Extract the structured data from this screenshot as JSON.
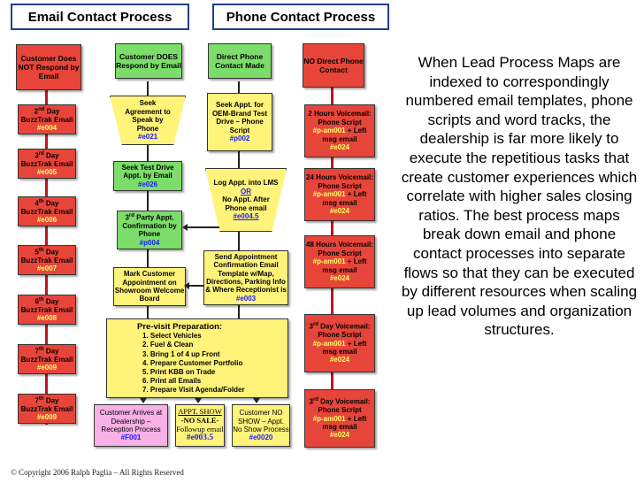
{
  "headers": {
    "email": "Email Contact Process",
    "phone": "Phone Contact Process"
  },
  "email_left": {
    "top": "Customer Does NOT Respond by Email",
    "days": [
      {
        "day": "2",
        "sup": "nd",
        "label": "Day",
        "name": "BuzzTrak Email",
        "code": "#e004"
      },
      {
        "day": "3",
        "sup": "rd",
        "label": "Day",
        "name": "BuzzTrak Email",
        "code": "#e005"
      },
      {
        "day": "4",
        "sup": "th",
        "label": "Day",
        "name": "BuzzTrak Email",
        "code": "#e006"
      },
      {
        "day": "5",
        "sup": "th",
        "label": "Day",
        "name": "BuzzTrak Email",
        "code": "#e007"
      },
      {
        "day": "6",
        "sup": "th",
        "label": "Day",
        "name": "BuzzTrak Email",
        "code": "#e008"
      },
      {
        "day": "7",
        "sup": "th",
        "label": "Day",
        "name": "BuzzTrak Email",
        "code": "#e009"
      },
      {
        "day": "7",
        "sup": "th",
        "label": "Day",
        "name": "BuzzTrak Email",
        "code": "#e009"
      }
    ]
  },
  "email_mid": {
    "top": "Customer DOES Respond by Email",
    "seek_agreement": "Seek Agreement to Speak by Phone",
    "seek_agreement_code": "#e021",
    "seek_test_drive": "Seek Test Drive Appt. by Email",
    "seek_test_drive_code": "#e026",
    "third_party_pre": "3",
    "third_party_sup": "rd",
    "third_party": "Party Appt. Confirmation by Phone",
    "third_party_code": "#p004",
    "mark_customer": "Mark Customer Appointment on Showroom Welcome Board"
  },
  "phone_mid": {
    "top": "Direct Phone Contact Made",
    "seek_appt": "Seek Appt. for OEM-Brand Test Drive – Phone Script",
    "seek_appt_code": "#p002",
    "log_appt_1": "Log Appt. into LMS",
    "log_appt_or": "OR",
    "log_appt_2": "No Appt. After Phone email",
    "log_appt_code": "#e004.5",
    "send_confirm": "Send Appointment Confirmation Email Template w/Map, Directions, Parking Info & Where Receptionist is",
    "send_confirm_code": "#e003"
  },
  "phone_right": {
    "top": "NO Direct Phone Contact",
    "items": [
      {
        "title": "2 Hours Voicemail: Phone Script",
        "code": "#p-am001",
        "rest": "+ Left msg email",
        "code2": "#e024"
      },
      {
        "title": "24 Hours Voicemail: Phone Script",
        "code": "#p-am001",
        "rest": "+ Left msg email",
        "code2": "#e024"
      },
      {
        "title": "48 Hours Voicemail: Phone Script",
        "code": "#p-am001",
        "rest": "+ Left msg email",
        "code2": "#e024"
      },
      {
        "title": "Day Voicemail: Phone Script",
        "day": "3",
        "sup": "rd",
        "code": "#p-am001",
        "rest": "+ Left msg email",
        "code2": "#e024"
      },
      {
        "title": "Day Voicemail: Phone Script",
        "day": "3",
        "sup": "rd",
        "code": "#p-am001",
        "rest": "+ Left msg email",
        "code2": "#e024"
      }
    ]
  },
  "previsit": {
    "title": "Pre-visit Preparation:",
    "items": [
      "1.  Select Vehicles",
      "2.  Fuel & Clean",
      "3.  Bring 1 of 4 up Front",
      "4.  Prepare Customer Portfolio",
      "5.  Print KBB on Trade",
      "6.  Print all Emails",
      "7.  Prepare Visit Agenda/Folder"
    ]
  },
  "bottom": {
    "arrives": "Customer Arrives at Dealership – Reception Process",
    "arrives_code": "#F001",
    "appt_show": "APPT. SHOW",
    "no_sale": "-NO SALE-",
    "followup": "Followup email",
    "followup_code": "#e003.5",
    "no_show": "Customer NO SHOW – Appt. No Show Process",
    "no_show_code": "#e0020"
  },
  "note": "When Lead Process Maps are indexed to correspondingly numbered email templates, phone scripts and word tracks, the dealership is far more likely to execute the repetitious tasks that create customer experiences which correlate with higher sales closing ratios.  The best process maps break down email and phone contact processes into separate flows so that they can be executed by different resources when scaling up lead volumes and organization structures.",
  "copyright": "© Copyright 2006 Ralph Paglia – All Rights Reserved"
}
